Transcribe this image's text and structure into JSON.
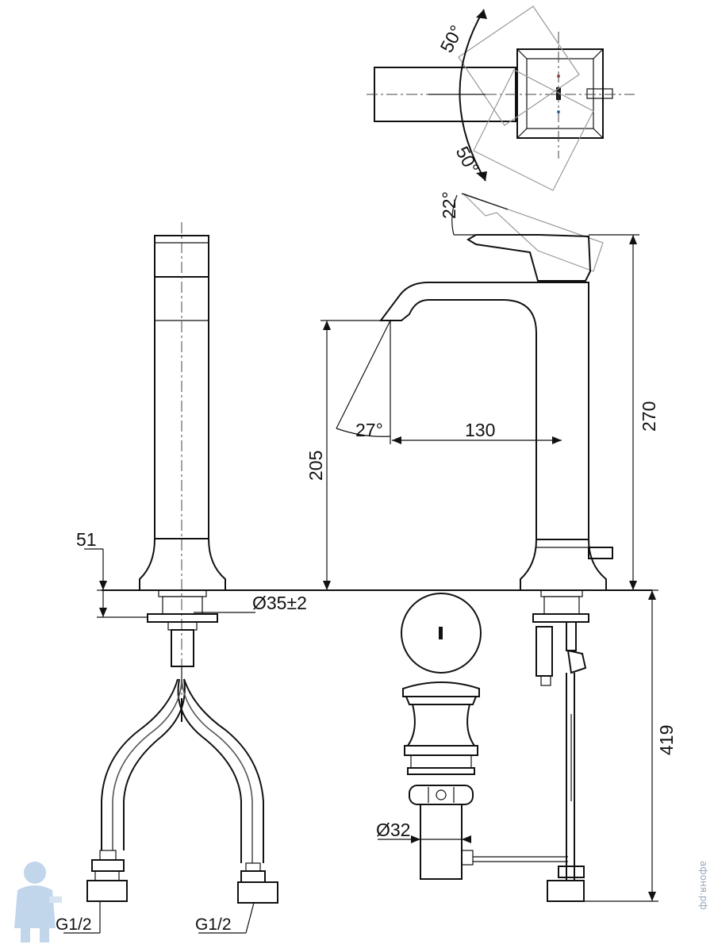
{
  "dimensions": {
    "spout_height": "205",
    "spout_reach": "130",
    "total_height": "270",
    "below_deck_length": "419",
    "base_thickness": "51",
    "mounting_hole": "Ø35±2",
    "drain_diameter": "Ø32",
    "hose_left_thread": "G1/2",
    "hose_right_thread": "G1/2"
  },
  "angles": {
    "spout_angle": "27°",
    "lever_lift": "22°",
    "swivel_upper": "50°",
    "swivel_lower": "50°"
  },
  "watermark": {
    "text": "афоня.рф",
    "color": "#9ab"
  }
}
